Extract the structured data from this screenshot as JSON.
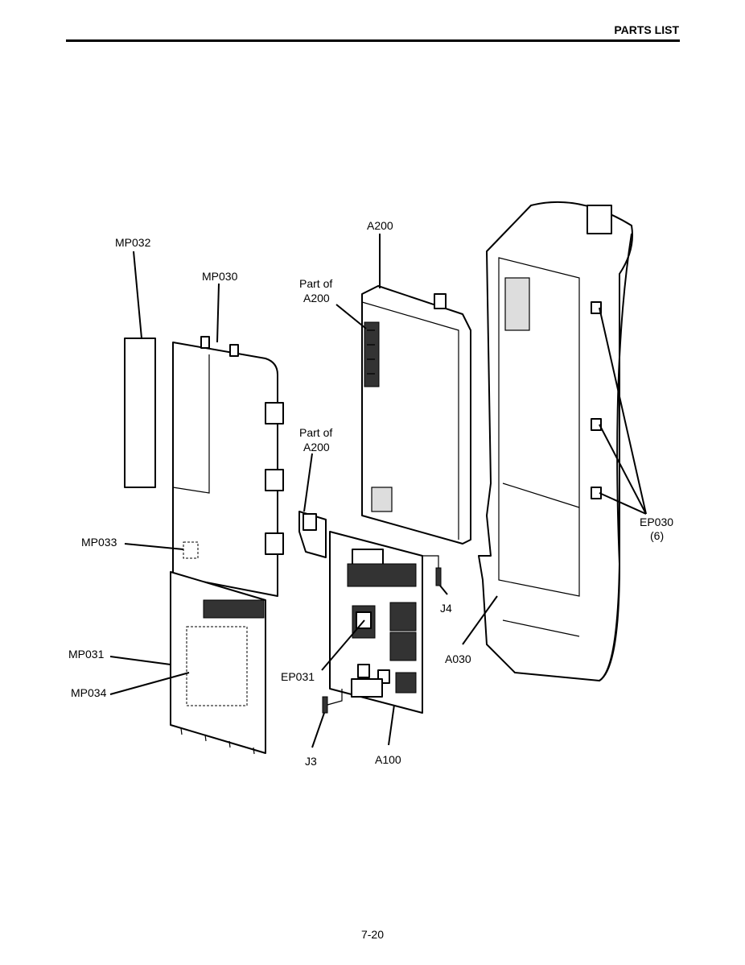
{
  "header": {
    "title": "PARTS LIST"
  },
  "footer": {
    "page_number": "7-20"
  },
  "callouts": {
    "mp032": "MP032",
    "mp030": "MP030",
    "a200": "A200",
    "part_of_a200_1": {
      "line1": "Part of",
      "line2": "A200"
    },
    "part_of_a200_2": {
      "line1": "Part of",
      "line2": "A200"
    },
    "mp033": "MP033",
    "mp031": "MP031",
    "mp034": "MP034",
    "ep031": "EP031",
    "j3": "J3",
    "j4": "J4",
    "a100": "A100",
    "a030": "A030",
    "ep030": {
      "line1": "EP030",
      "line2": "(6)"
    }
  }
}
